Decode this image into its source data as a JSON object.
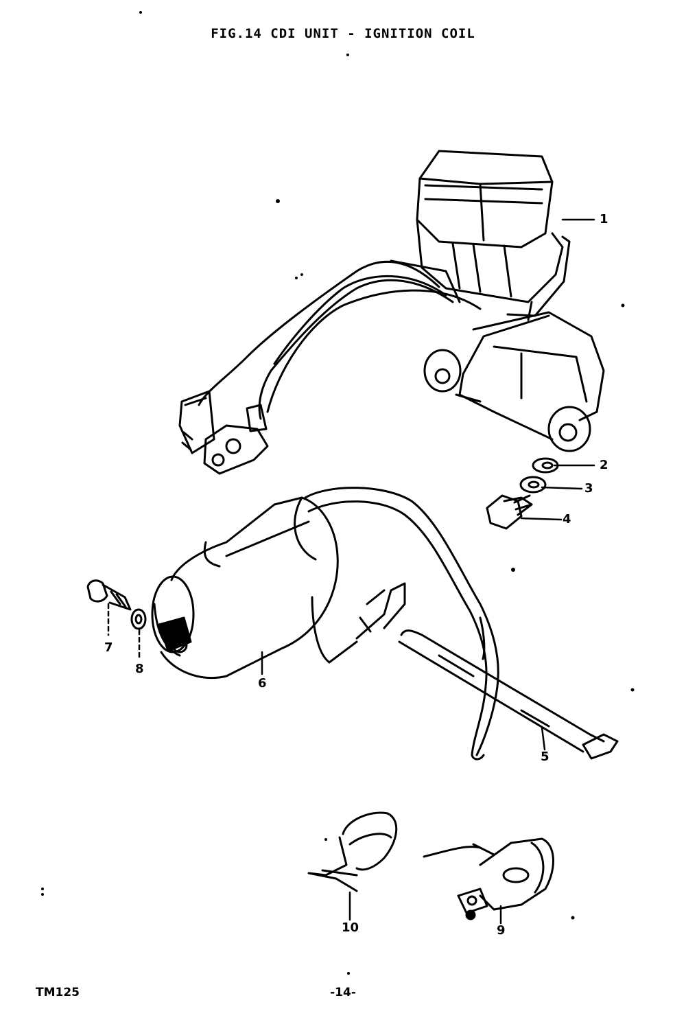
{
  "title": "FIG.14  CDI UNIT - IGNITION COIL",
  "footer": {
    "model": "TM125",
    "page": "-14-"
  },
  "callouts": [
    "1",
    "2",
    "3",
    "4",
    "5",
    "6",
    "7",
    "8",
    "9",
    "10"
  ],
  "colors": {
    "ink": "#000000",
    "paper": "#ffffff"
  }
}
